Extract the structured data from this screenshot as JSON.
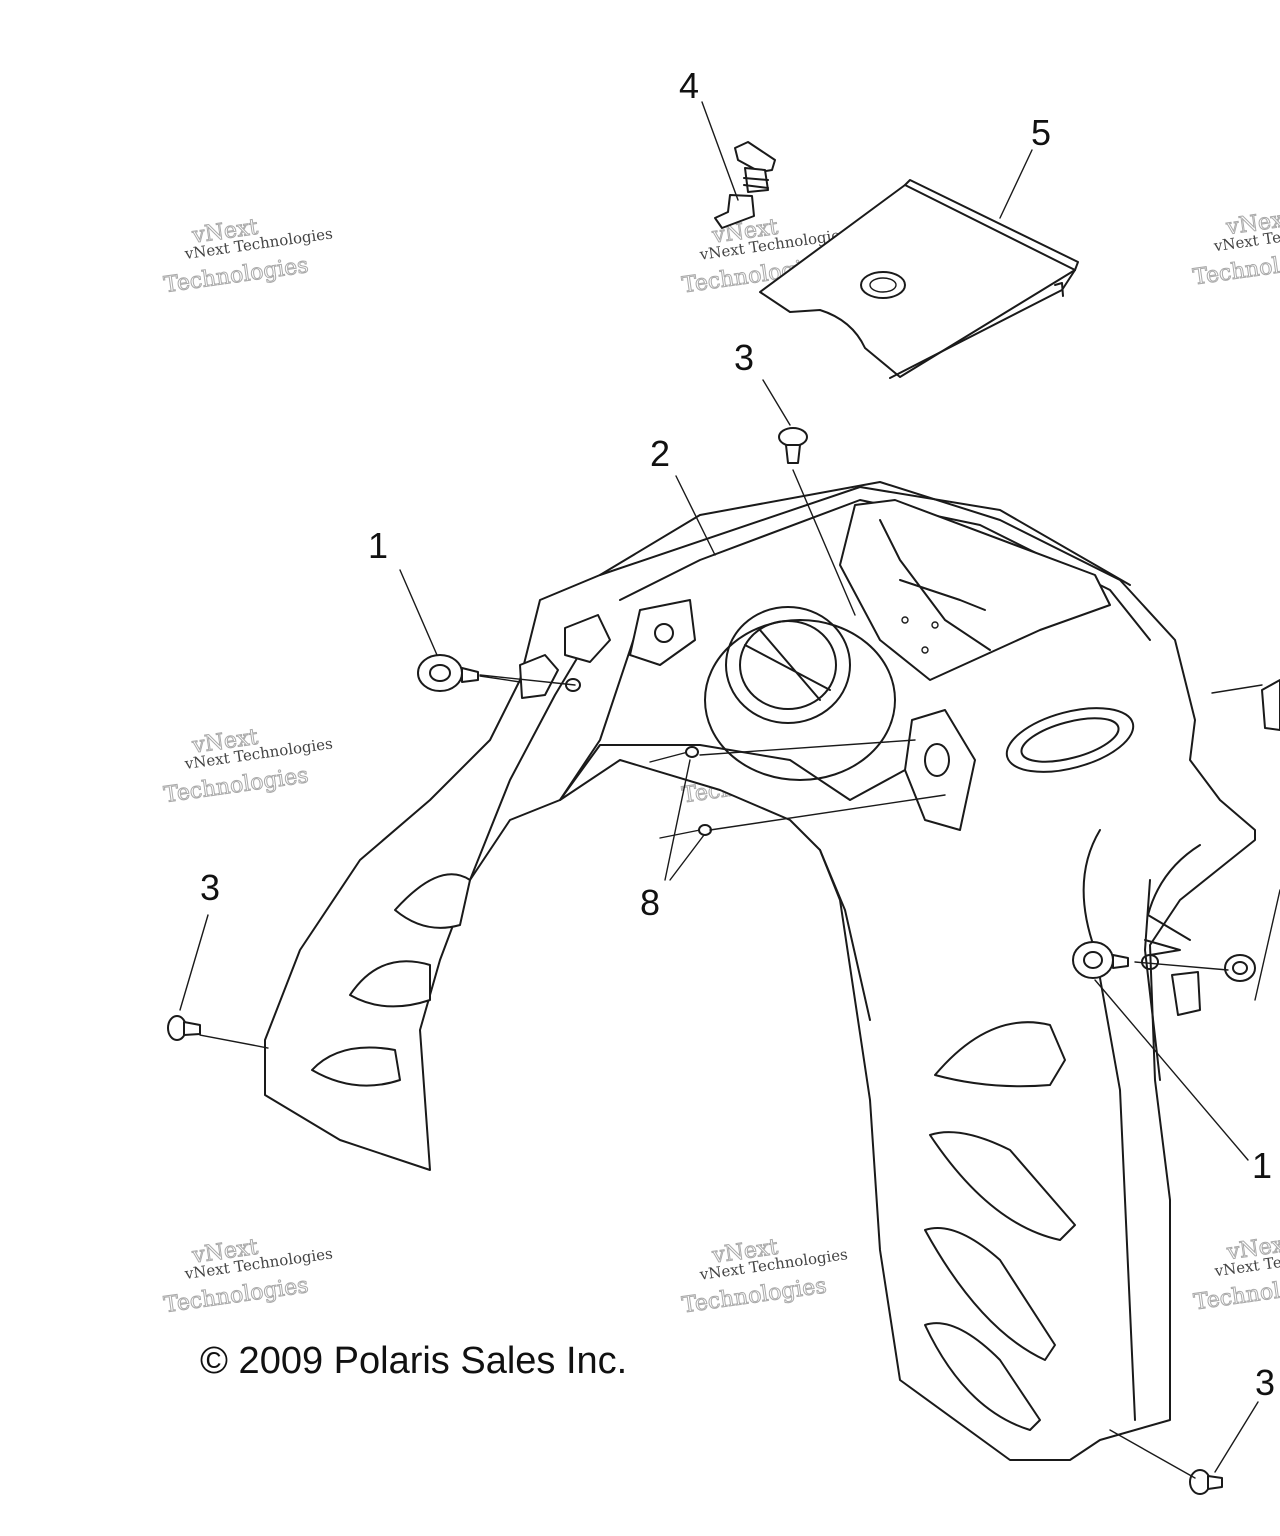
{
  "callouts": {
    "c4": "4",
    "c5": "5",
    "c3_top": "3",
    "c2": "2",
    "c1_left": "1",
    "c3_left": "3",
    "c8": "8",
    "c1_right": "1",
    "c3_bottom": "3"
  },
  "watermark": {
    "line1": "vNext Technologies",
    "line2": "Technologies",
    "brand": "vNext"
  },
  "copyright": "© 2009 Polaris Sales Inc."
}
